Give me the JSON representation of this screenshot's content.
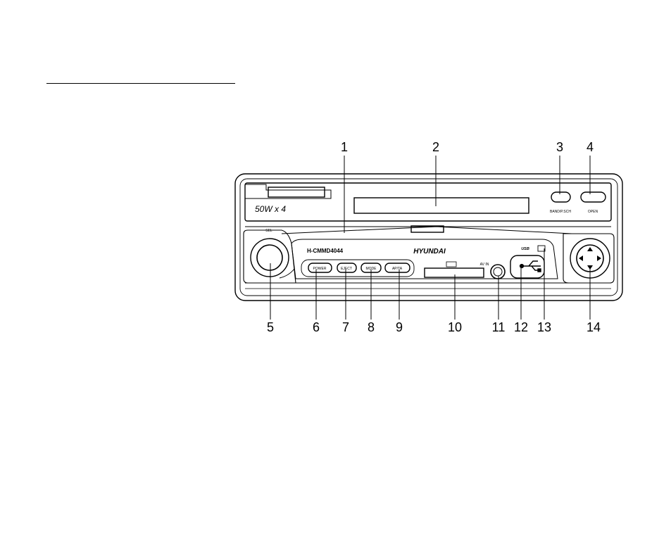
{
  "callouts": {
    "n1": "1",
    "n2": "2",
    "n3": "3",
    "n4": "4",
    "n5": "5",
    "n6": "6",
    "n7": "7",
    "n8": "8",
    "n9": "9",
    "n10": "10",
    "n11": "11",
    "n12": "12",
    "n13": "13",
    "n14": "14"
  },
  "device": {
    "power_rating": "50W x 4",
    "band_label": "BAND/P.SCH",
    "open_label": "OPEN",
    "sel_label": "SEL",
    "model": "H-CMMD4044",
    "brand": "HYUNDAI",
    "power_btn": "POWER",
    "eject_btn": "EJECT",
    "mode_btn": "MODE",
    "ap_btn": "AP/TA",
    "av_in": "AV IN",
    "usb_label": "USB"
  }
}
